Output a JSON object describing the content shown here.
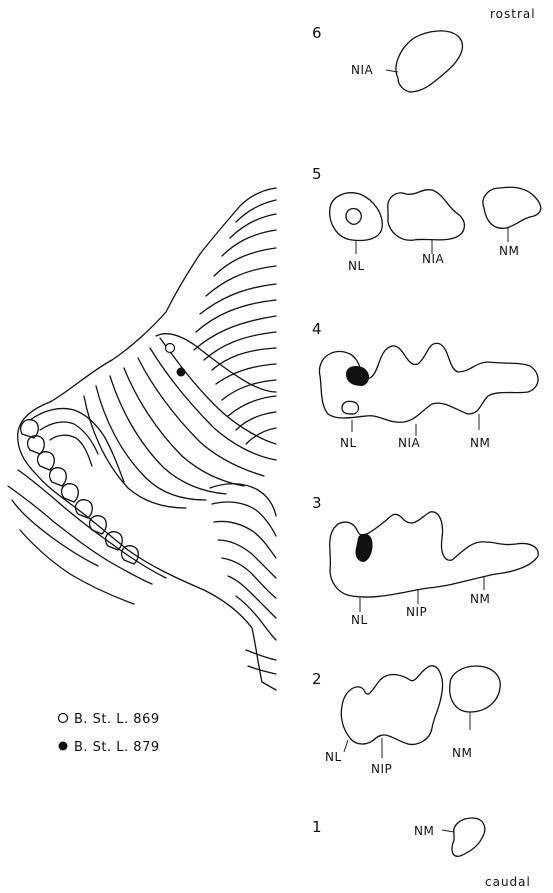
{
  "orientation": {
    "top": "rostral",
    "bottom": "caudal"
  },
  "sections": [
    {
      "number": "1",
      "labels": [
        "NM"
      ]
    },
    {
      "number": "2",
      "labels": [
        "NL",
        "NIP",
        "NM"
      ]
    },
    {
      "number": "3",
      "labels": [
        "NL",
        "NIP",
        "NM"
      ]
    },
    {
      "number": "4",
      "labels": [
        "NL",
        "NIA",
        "NM"
      ]
    },
    {
      "number": "5",
      "labels": [
        "NL",
        "NIA",
        "NM"
      ]
    },
    {
      "number": "6",
      "labels": [
        "NIA"
      ]
    }
  ],
  "legend": [
    {
      "marker": "open-circle",
      "label": "B. St. L. 869"
    },
    {
      "marker": "filled-circle",
      "label": "B. St. L. 879"
    }
  ]
}
